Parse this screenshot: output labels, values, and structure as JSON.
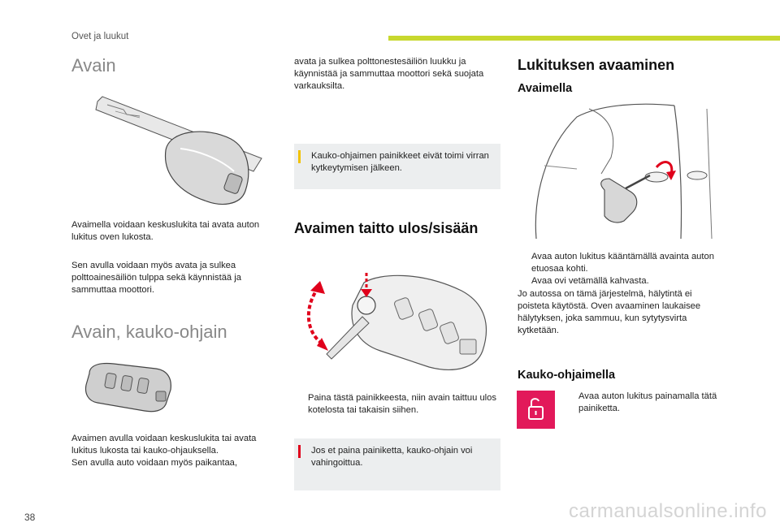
{
  "header": {
    "section": "Ovet ja luukut",
    "accent_color": "#c8d82e",
    "page_number": "38"
  },
  "col1": {
    "title_key": "Avain",
    "p1": "Avaimella voidaan keskuslukita tai avata auton lukitus oven lukosta.",
    "p2": "Sen avulla voidaan myös avata ja sulkea polttoainesäiliön tulppa sekä käynnistää ja sammuttaa moottori.",
    "title_remote": "Avain, kauko-ohjain",
    "p3": "Avaimen avulla voidaan keskuslukita tai avata lukitus lukosta tai kauko-ohjauksella.",
    "p4": "Sen avulla auto voidaan myös paikantaa,"
  },
  "col2": {
    "p_cont": "avata ja sulkea polttonestesäiliön luukku ja käynnistää ja sammuttaa moottori sekä suojata varkauksilta.",
    "info_note": "Kauko-ohjaimen painikkeet eivät toimi virran kytkeytymisen jälkeen.",
    "info_color": "#f2c200",
    "title_fold": "Avaimen taitto ulos/sisään",
    "bullet_fold": "Paina tästä painikkeesta, niin avain taittuu ulos kotelosta tai takaisin siihen.",
    "warning_note": "Jos et paina painiketta, kauko-ohjain voi vahingoittua.",
    "warning_color": "#e0001b"
  },
  "col3": {
    "title_unlock": "Lukituksen avaaminen",
    "sub_key": "Avaimella",
    "bullet1": "Avaa auton lukitus kääntämällä avainta auton etuosaa kohti.",
    "bullet2": "Avaa ovi vetämällä kahvasta.",
    "para": "Jo autossa on tämä järjestelmä, hälytintä ei poisteta käytöstä. Oven avaaminen laukaisee hälytyksen, joka sammuu, kun sytytysvirta kytketään.",
    "sub_remote": "Kauko-ohjaimella",
    "bullet_remote": "Avaa auton lukitus painamalla tätä painiketta.",
    "button_color": "#e2195a"
  },
  "bullet_symbol": "",
  "watermark": "carmanualsonline.info"
}
